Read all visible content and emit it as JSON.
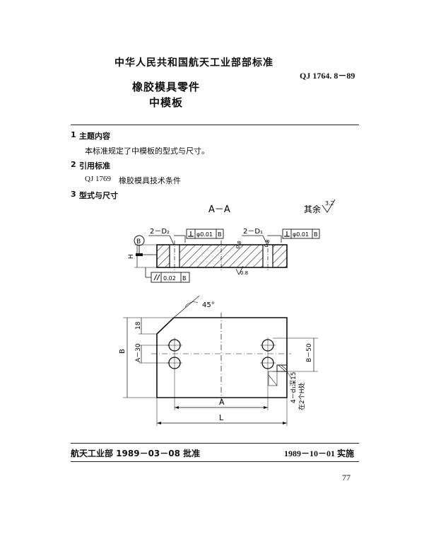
{
  "header": {
    "organization": "中华人民共和国航天工业部部标准",
    "standard_code": "QJ 1764. 8－89",
    "title_line1": "橡胶模具零件",
    "title_line2": "中模板"
  },
  "sections": [
    {
      "number": "1",
      "heading": "主题内容",
      "body": "本标准规定了中模板的型式与尺寸。"
    },
    {
      "number": "2",
      "heading": "引用标准",
      "body_code": "QJ 1769",
      "body": "橡胶模具技术条件"
    },
    {
      "number": "3",
      "heading": "型式与尺寸"
    }
  ],
  "drawing": {
    "section_label": "A－A",
    "roughness_rest_label": "其余",
    "roughness_rest_value": "3.2",
    "hole_label_left": "2－D₂",
    "hole_label_right": "2－D₁",
    "perp_tol_left": "φ0.01",
    "perp_tol_right": "φ0.01",
    "datum_ref": "B",
    "datum_circle": "B",
    "parallel_tol": "0.02",
    "parallel_ref": "B",
    "roughness_08a": "0.8",
    "roughness_08b": "0.8",
    "roughness_08c": "0.8",
    "dim_H": "H",
    "angle_label": "45°",
    "dim_18": "18",
    "dim_B": "B",
    "dim_A30": "A－30",
    "dim_B50": "B－50",
    "dim_A": "A",
    "dim_L": "L",
    "thread_note1": "4－d₁深15",
    "thread_note2": "在2个H处"
  },
  "footer": {
    "approval": "航天工业部 1989－03－08 批准",
    "effective": "1989－10－01 实施",
    "page_number": "77"
  }
}
